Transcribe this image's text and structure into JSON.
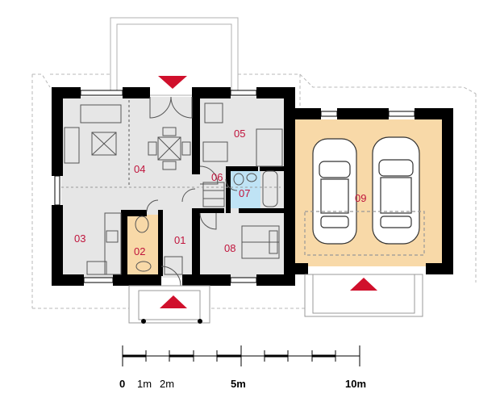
{
  "rooms": [
    {
      "id": "01",
      "label": "01"
    },
    {
      "id": "02",
      "label": "02"
    },
    {
      "id": "03",
      "label": "03"
    },
    {
      "id": "04",
      "label": "04"
    },
    {
      "id": "05",
      "label": "05"
    },
    {
      "id": "06",
      "label": "06"
    },
    {
      "id": "07",
      "label": "07"
    },
    {
      "id": "08",
      "label": "08"
    },
    {
      "id": "09",
      "label": "09"
    }
  ],
  "scale_bar": {
    "labels": [
      "0",
      "1m",
      "2m",
      "5m",
      "10m"
    ]
  },
  "colors": {
    "wall": "#000000",
    "floor": "#e6e6e6",
    "garage": "#f8d9a8",
    "bathroom": "#bfe3f5",
    "wc": "#f8d9a8",
    "label": "#c0143c",
    "entrance_arrow": "#d0102c",
    "roof_outline": "#b0b0b0"
  }
}
